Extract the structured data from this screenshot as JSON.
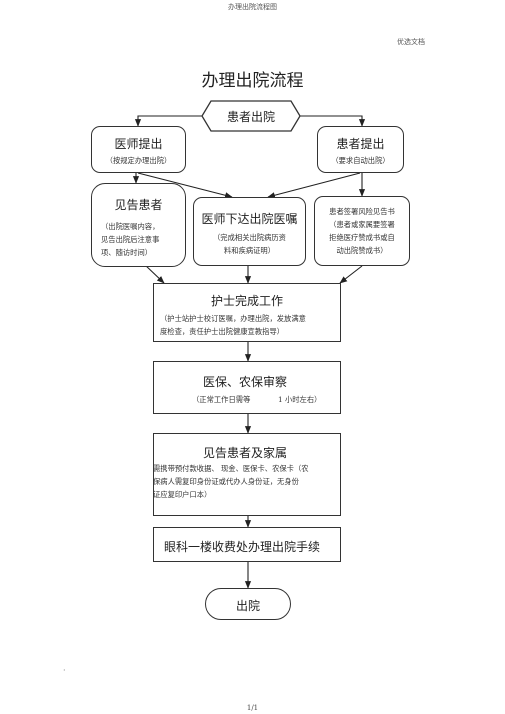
{
  "page_header": {
    "title": "办理出院流程图",
    "tag": "优选文档"
  },
  "doc_title": "办理出院流程",
  "start": {
    "label": "患者出院"
  },
  "doctor_proposal": {
    "title": "医师提出",
    "note": "（按规定办理出院）"
  },
  "patient_proposal": {
    "title": "患者提出",
    "note": "（要求自动出院）"
  },
  "see_patient": {
    "title": "见告患者",
    "lines": [
      "（出院医嘱内容，",
      "见告出院后注意事",
      "项、随访时间）"
    ]
  },
  "doctor_order": {
    "title": "医师下达出院医嘱",
    "lines": [
      "（完成相关出院病历资",
      "料和疾病证明）"
    ]
  },
  "risk_notice": {
    "lines": [
      "患者签署风险见告书",
      "（患者或家属要签署",
      "拒绝医疗赞成书或自",
      "动出院赞成书）"
    ]
  },
  "nurse": {
    "title": "护士完成工作",
    "lines": [
      "（护士站护士校订医嘱，办理出院，发放满意",
      "度检查，责任护士出院健康宣教指导）"
    ]
  },
  "insurance": {
    "title": "医保、农保审察",
    "note_a": "（正常工作日需等",
    "note_b": "1 小时左右）"
  },
  "family": {
    "title": "见告患者及家属",
    "lines": [
      "需携带预付款收据、  现金、医保卡、农保卡（农",
      "保病人需复印身份证或代办人身份证，无身份",
      "证应复印户口本）"
    ]
  },
  "checkout": {
    "label": "眼科一楼收费处办理出院手续"
  },
  "end": {
    "label": "出院"
  },
  "margin_mark": "·",
  "footer": {
    "page": "1/1"
  }
}
